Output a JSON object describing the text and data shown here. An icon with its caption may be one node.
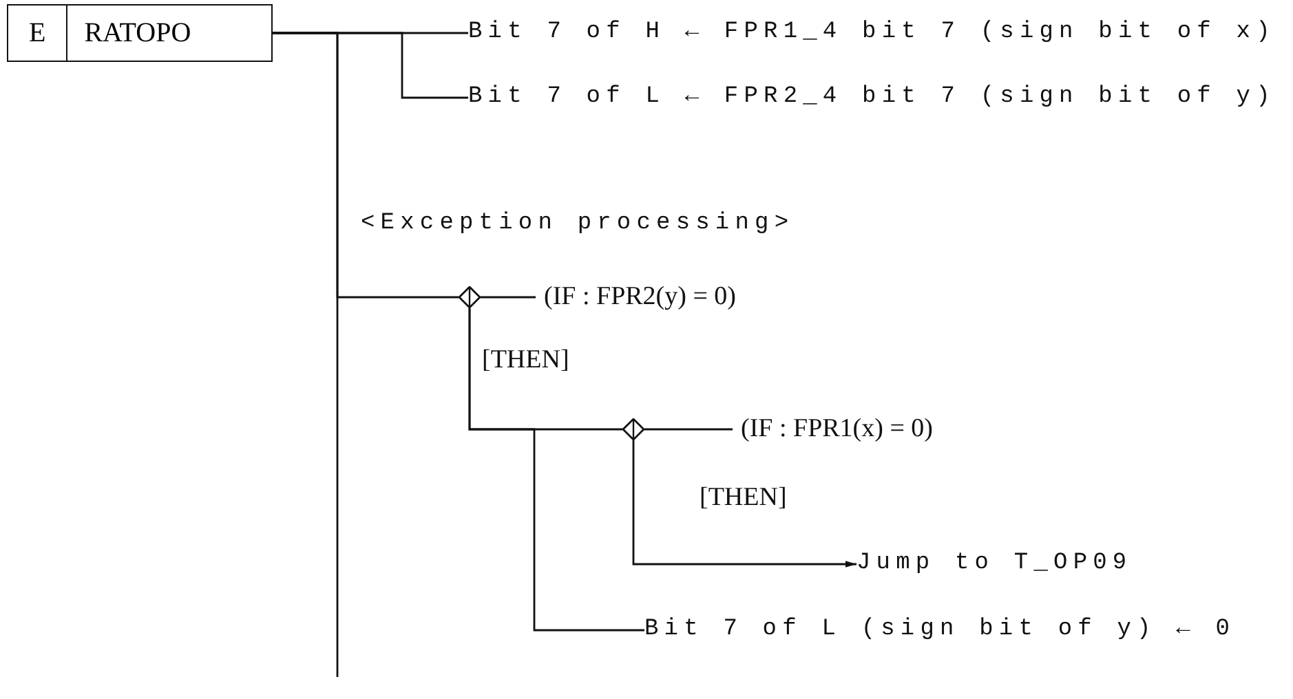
{
  "diagram": {
    "nodes": [
      {
        "text": [
          "E",
          "RATOPO"
        ]
      },
      {
        "text": [
          "Bit 7 of H ← FPR1_4 bit 7 (sign bit of x)"
        ]
      },
      {
        "text": [
          "Bit 7 of L ← FPR2_4 bit 7 (sign bit of y)"
        ]
      },
      {
        "text": [],
        "shape": "diamond",
        "beside": [
          "(IF : FPR2(y) = 0)"
        ]
      },
      {
        "text": [],
        "shape": "diamond",
        "beside": [
          "(IF : FPR1(x) = 0)"
        ]
      },
      {
        "text": [
          "Jump to T_OP09"
        ]
      },
      {
        "text": [
          "Bit 7 of L (sign bit of y) ← 0"
        ]
      }
    ],
    "edges": [
      {
        "from": 0,
        "to": 1,
        "arrow": "none"
      },
      {
        "from": 0,
        "to": 2,
        "arrow": "none"
      },
      {
        "from": 0,
        "to": 3,
        "arrow": "none"
      },
      {
        "from": 0,
        "to": null,
        "arrow": "none"
      },
      {
        "from": 3,
        "to": 4,
        "arrow": "none"
      },
      {
        "from": 4,
        "to": 5,
        "arrow": "to"
      },
      {
        "from": 3,
        "to": 6,
        "arrow": "none"
      }
    ],
    "labels": [
      "<Exception processing>",
      "[THEN]",
      "[THEN]"
    ]
  }
}
